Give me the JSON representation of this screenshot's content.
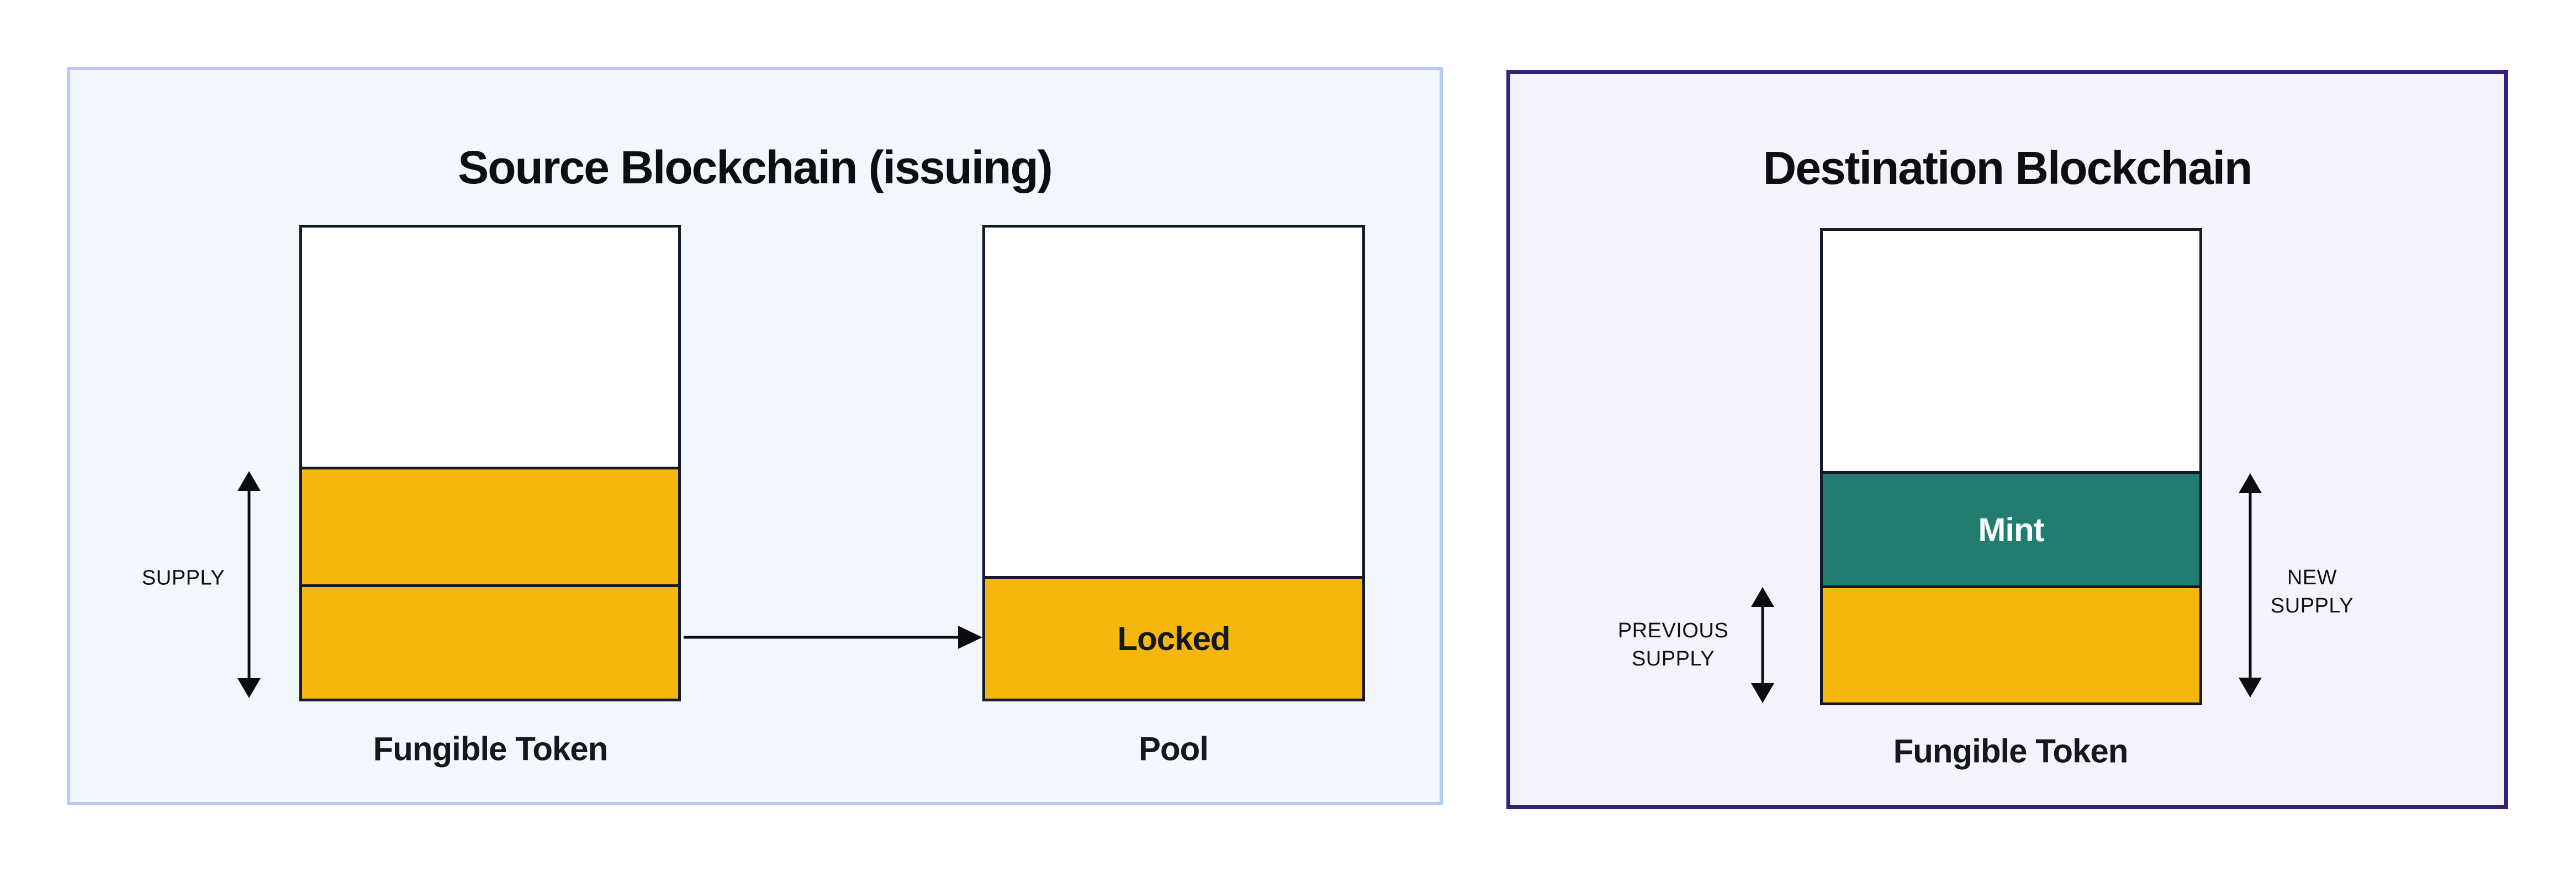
{
  "colors": {
    "canvas-bg": "#ffffff",
    "source-panel-bg": "#f2f6fd",
    "source-panel-border": "#b7cbf2",
    "dest-panel-bg": "#f4f2fb",
    "dest-panel-border": "#35217d",
    "token-orange": "#f5b60e",
    "mint-teal": "#217d70",
    "bar-border": "#151a28",
    "bar-bg": "#ffffff",
    "label-dark": "#131722",
    "title-dark": "#0d0e12",
    "caps-dark": "#101114",
    "mint-text": "#ffffff",
    "arrow-black": "#0c0d10"
  },
  "source_panel": {
    "title": "Source Blockchain (issuing)",
    "supply_label": "SUPPLY",
    "token_bar_label": "Fungible Token",
    "pool_bar_label": "Pool",
    "locked_label": "Locked"
  },
  "dest_panel": {
    "title": "Destination Blockchain",
    "previous_supply_label": {
      "line1": "PREVIOUS",
      "line2": "SUPPLY"
    },
    "new_supply_label": {
      "line1": "NEW",
      "line2": "SUPPLY"
    },
    "mint_label": "Mint",
    "token_bar_label": "Fungible Token"
  }
}
